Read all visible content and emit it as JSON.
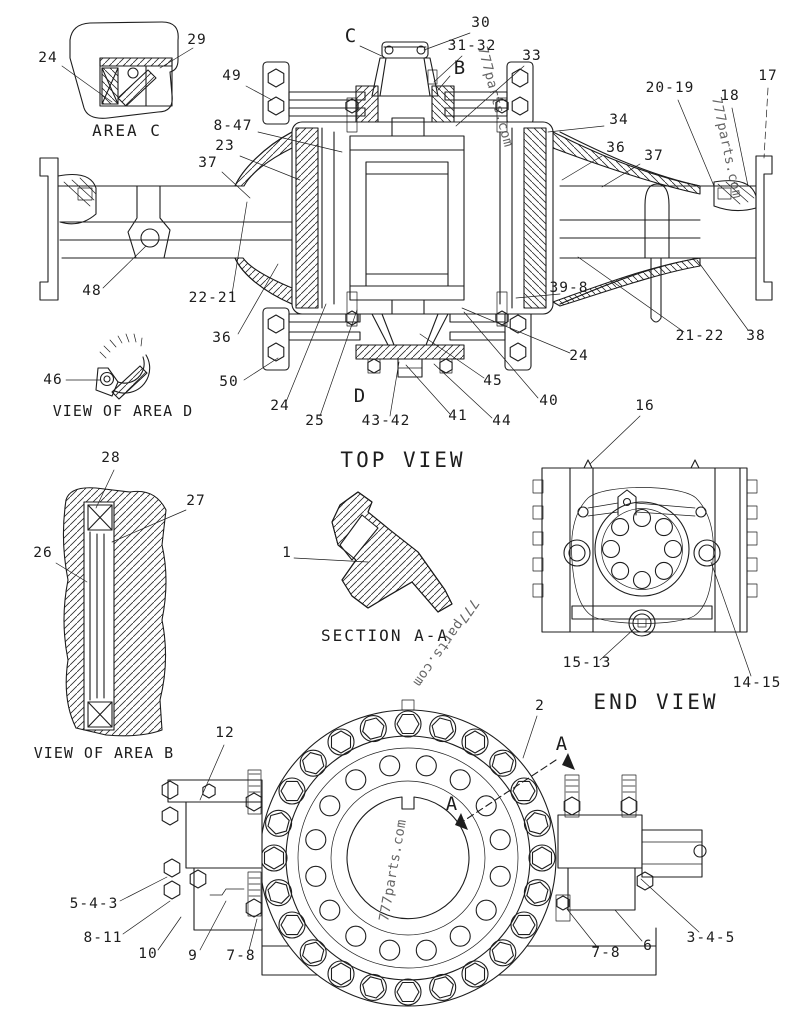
{
  "meta": {
    "drawing_type": "axle assembly exploded parts diagram",
    "background": "#ffffff",
    "line_color": "#1d1d1d"
  },
  "watermark": {
    "text": "777parts.com",
    "color": "#4a4a4a"
  },
  "titles": {
    "area_c": "AREA C",
    "view_of_area_d": "VIEW OF AREA D",
    "top_view": "TOP VIEW",
    "section_aa": "SECTION A-A",
    "view_of_area_b": "VIEW OF AREA B",
    "end_view": "END VIEW"
  },
  "callouts": [
    {
      "text": "24"
    },
    {
      "text": "29"
    },
    {
      "text": "49"
    },
    {
      "text": "8-47"
    },
    {
      "text": "23"
    },
    {
      "text": "37"
    },
    {
      "text": "C"
    },
    {
      "text": "30"
    },
    {
      "text": "31-32"
    },
    {
      "text": "B"
    },
    {
      "text": "33"
    },
    {
      "text": "34"
    },
    {
      "text": "36"
    },
    {
      "text": "37"
    },
    {
      "text": "20-19"
    },
    {
      "text": "18"
    },
    {
      "text": "17"
    },
    {
      "text": "48"
    },
    {
      "text": "22-21"
    },
    {
      "text": "36"
    },
    {
      "text": "50"
    },
    {
      "text": "46"
    },
    {
      "text": "39-8"
    },
    {
      "text": "21-22"
    },
    {
      "text": "38"
    },
    {
      "text": "24"
    },
    {
      "text": "45"
    },
    {
      "text": "40"
    },
    {
      "text": "44"
    },
    {
      "text": "41"
    },
    {
      "text": "43-42"
    },
    {
      "text": "25"
    },
    {
      "text": "24"
    },
    {
      "text": "D"
    },
    {
      "text": "16"
    },
    {
      "text": "28"
    },
    {
      "text": "27"
    },
    {
      "text": "26"
    },
    {
      "text": "1"
    },
    {
      "text": "15-13"
    },
    {
      "text": "14-15"
    },
    {
      "text": "12"
    },
    {
      "text": "2"
    },
    {
      "text": "A"
    },
    {
      "text": "A"
    },
    {
      "text": "5-4-3"
    },
    {
      "text": "8-11"
    },
    {
      "text": "10"
    },
    {
      "text": "9"
    },
    {
      "text": "7-8"
    },
    {
      "text": "7-8"
    },
    {
      "text": "6"
    },
    {
      "text": "3-4-5"
    }
  ]
}
